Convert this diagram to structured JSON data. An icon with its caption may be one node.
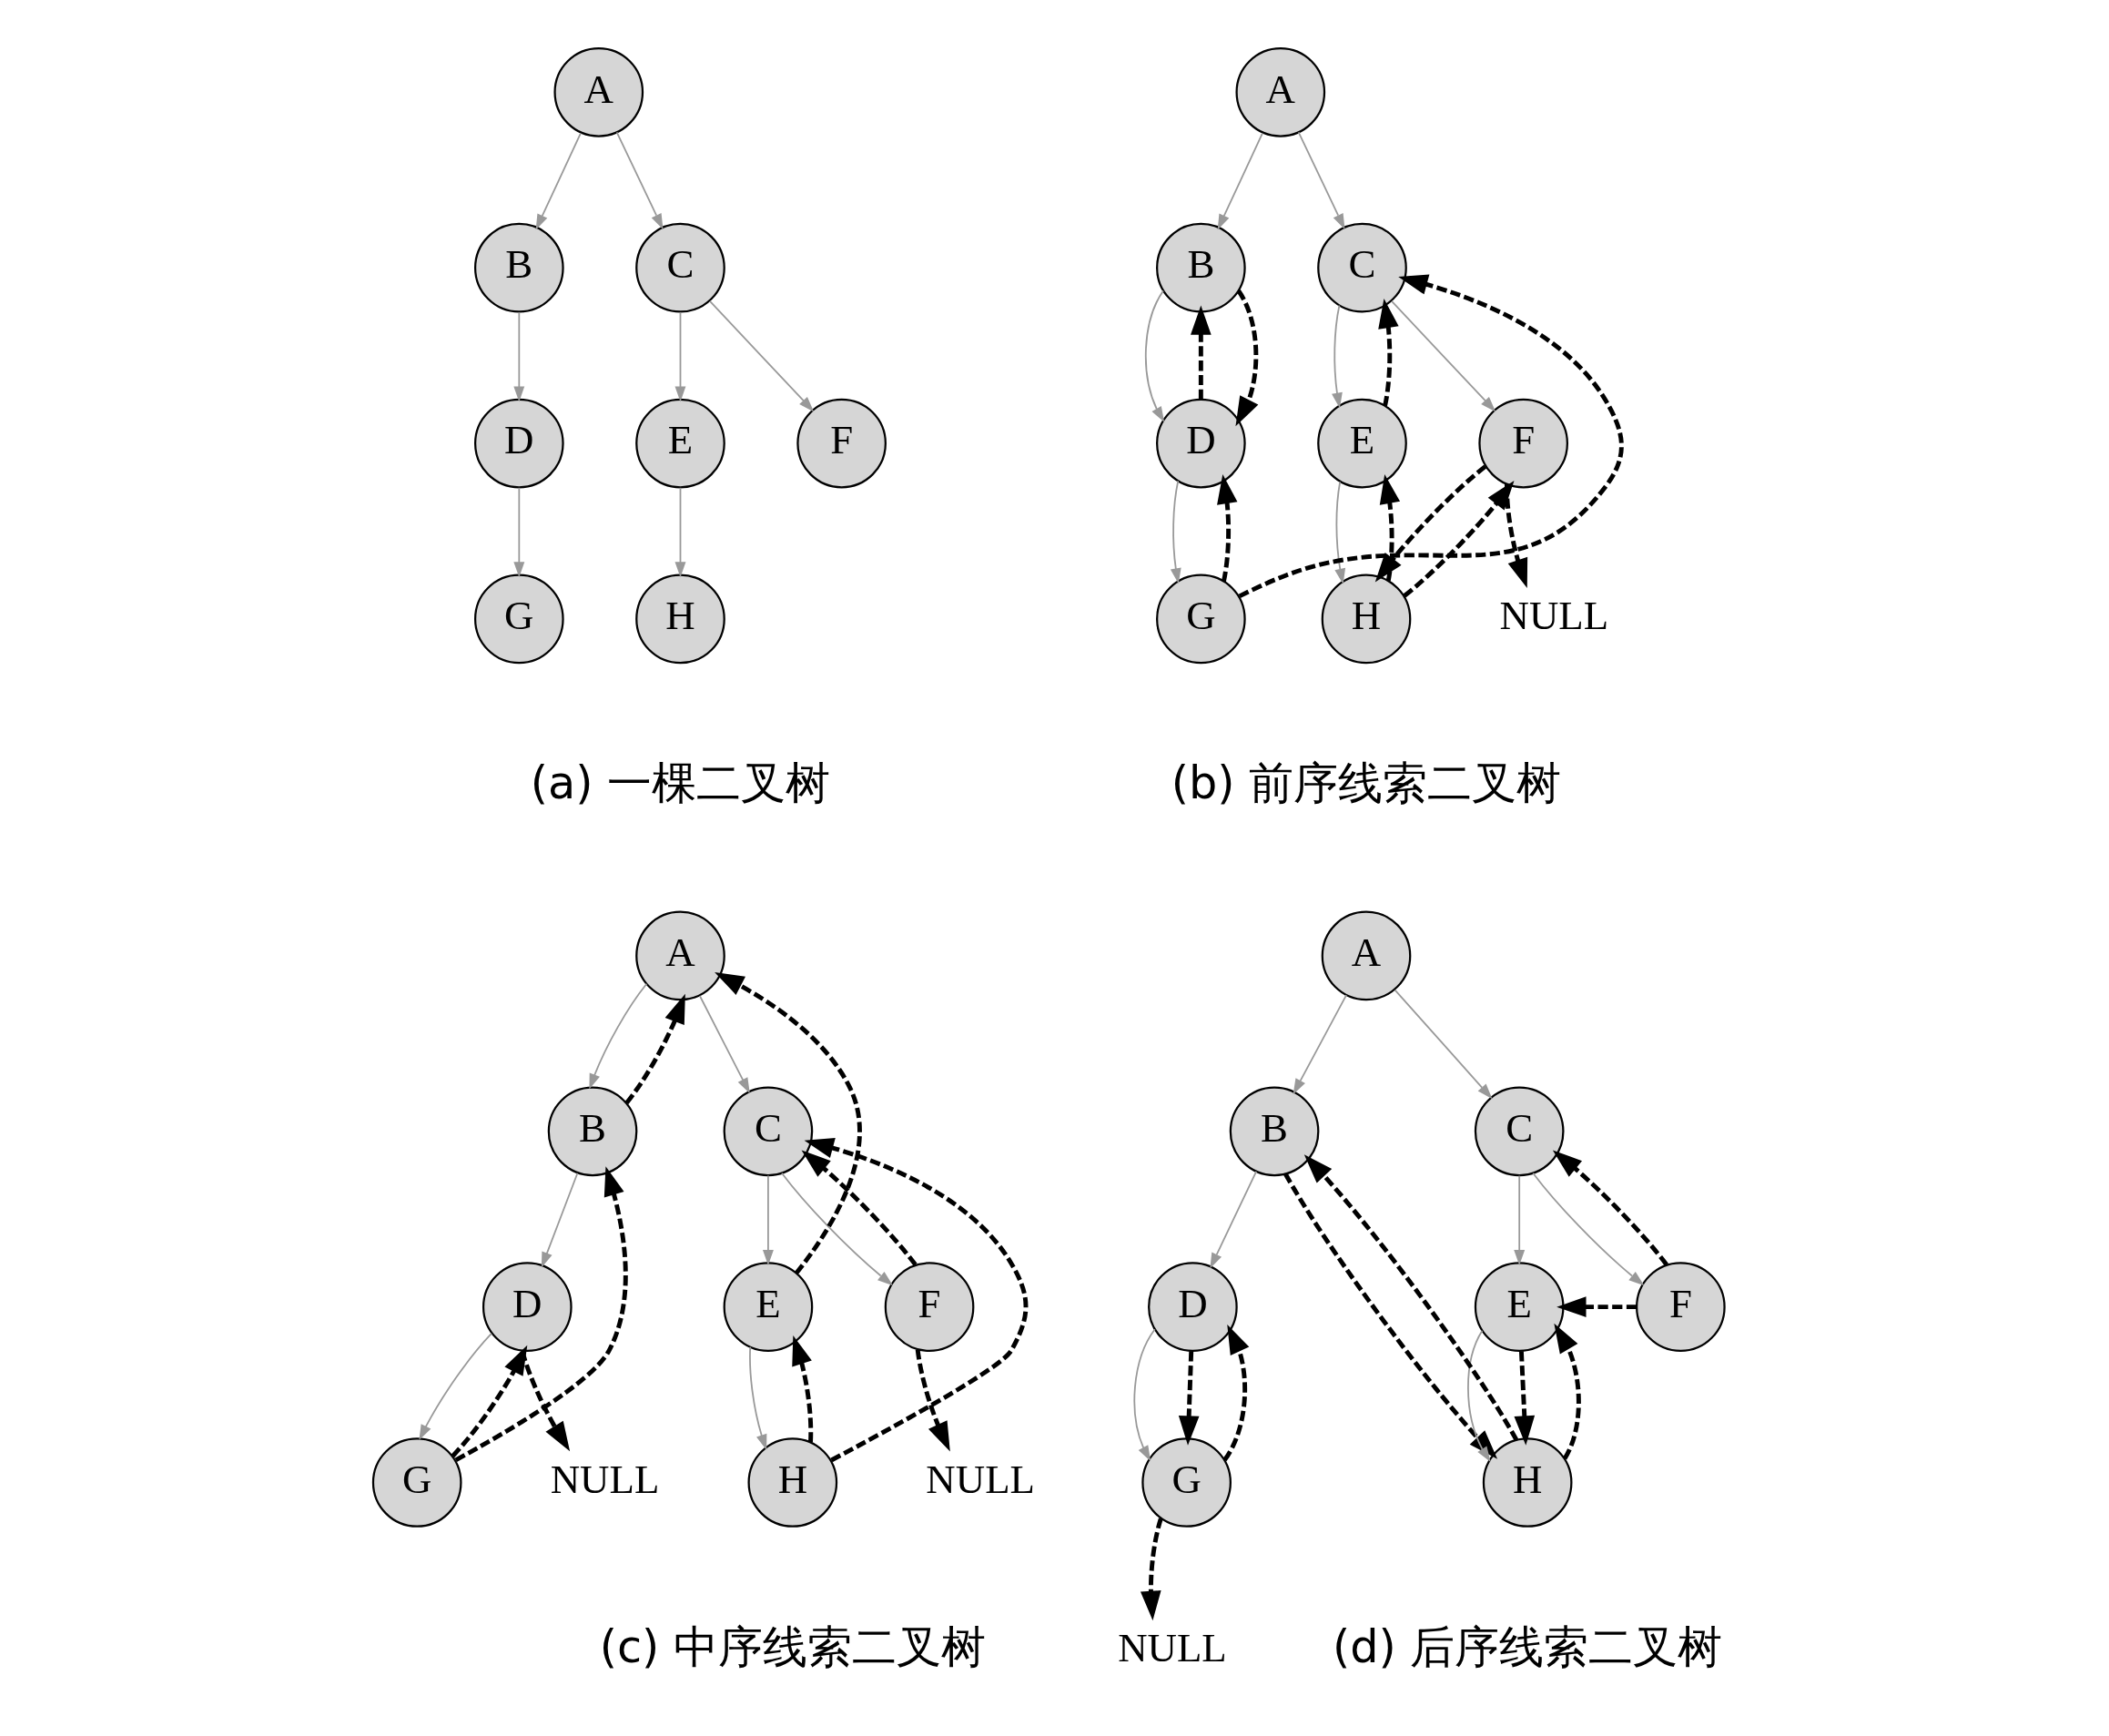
{
  "diagram": {
    "nodes": [
      {
        "text": [
          "A"
        ]
      },
      {
        "text": [
          "B"
        ]
      },
      {
        "text": [
          "C"
        ]
      },
      {
        "text": [
          "D"
        ]
      },
      {
        "text": [
          "E"
        ]
      },
      {
        "text": [
          "F"
        ]
      },
      {
        "text": [
          "G"
        ]
      },
      {
        "text": [
          "H"
        ]
      },
      {
        "text": [
          "A"
        ]
      },
      {
        "text": [
          "B"
        ]
      },
      {
        "text": [
          "C"
        ]
      },
      {
        "text": [
          "D"
        ]
      },
      {
        "text": [
          "E"
        ]
      },
      {
        "text": [
          "F"
        ]
      },
      {
        "text": [
          "G"
        ]
      },
      {
        "text": [
          "H"
        ]
      },
      {
        "text": [
          "NULL"
        ]
      },
      {
        "text": [
          "A"
        ]
      },
      {
        "text": [
          "B"
        ]
      },
      {
        "text": [
          "C"
        ]
      },
      {
        "text": [
          "D"
        ]
      },
      {
        "text": [
          "E"
        ]
      },
      {
        "text": [
          "F"
        ]
      },
      {
        "text": [
          "G"
        ]
      },
      {
        "text": [
          "H"
        ]
      },
      {
        "text": [
          "NULL"
        ]
      },
      {
        "text": [
          "NULL"
        ]
      },
      {
        "text": [
          "A"
        ]
      },
      {
        "text": [
          "B"
        ]
      },
      {
        "text": [
          "C"
        ]
      },
      {
        "text": [
          "D"
        ]
      },
      {
        "text": [
          "E"
        ]
      },
      {
        "text": [
          "F"
        ]
      },
      {
        "text": [
          "G"
        ]
      },
      {
        "text": [
          "H"
        ]
      },
      {
        "text": [
          "NULL"
        ]
      }
    ],
    "edges": [
      {
        "from": 0,
        "to": 1,
        "arrow": "to",
        "color": "#999999"
      },
      {
        "from": 0,
        "to": 2,
        "arrow": "to",
        "color": "#999999"
      },
      {
        "from": 1,
        "to": 3,
        "arrow": "to",
        "color": "#999999"
      },
      {
        "from": 2,
        "to": 4,
        "arrow": "to",
        "color": "#999999"
      },
      {
        "from": 2,
        "to": 5,
        "arrow": "to",
        "color": "#999999"
      },
      {
        "from": 3,
        "to": 6,
        "arrow": "to",
        "color": "#999999"
      },
      {
        "from": 4,
        "to": 7,
        "arrow": "to",
        "color": "#999999"
      },
      {
        "from": 8,
        "to": 9,
        "arrow": "to",
        "color": "#999999"
      },
      {
        "from": 8,
        "to": 10,
        "arrow": "to",
        "color": "#999999"
      },
      {
        "from": 9,
        "to": 11,
        "arrow": "to",
        "color": "#999999"
      },
      {
        "from": 10,
        "to": 12,
        "arrow": "to",
        "color": "#999999"
      },
      {
        "from": 10,
        "to": 13,
        "arrow": "to",
        "color": "#999999"
      },
      {
        "from": 11,
        "to": 14,
        "arrow": "to",
        "color": "#999999"
      },
      {
        "from": 12,
        "to": 15,
        "arrow": "to",
        "color": "#999999"
      },
      {
        "from": 11,
        "to": 9,
        "arrow": "to",
        "style": "dashed",
        "color": "#000000"
      },
      {
        "from": 9,
        "to": 11,
        "arrow": "to",
        "style": "dashed",
        "color": "#000000"
      },
      {
        "from": 14,
        "to": 11,
        "arrow": "to",
        "style": "dashed",
        "color": "#000000"
      },
      {
        "from": 14,
        "to": 10,
        "arrow": "to",
        "style": "dashed",
        "color": "#000000"
      },
      {
        "from": 12,
        "to": 10,
        "arrow": "to",
        "style": "dashed",
        "color": "#000000"
      },
      {
        "from": 15,
        "to": 12,
        "arrow": "to",
        "style": "dashed",
        "color": "#000000"
      },
      {
        "from": 15,
        "to": 13,
        "arrow": "to",
        "style": "dashed",
        "color": "#000000"
      },
      {
        "from": 13,
        "to": 15,
        "arrow": "to",
        "style": "dashed",
        "color": "#000000"
      },
      {
        "from": 13,
        "to": 16,
        "arrow": "to",
        "style": "dashed",
        "color": "#000000"
      },
      {
        "from": 17,
        "to": 18,
        "arrow": "to",
        "color": "#999999"
      },
      {
        "from": 17,
        "to": 19,
        "arrow": "to",
        "color": "#999999"
      },
      {
        "from": 18,
        "to": 20,
        "arrow": "to",
        "color": "#999999"
      },
      {
        "from": 19,
        "to": 21,
        "arrow": "to",
        "color": "#999999"
      },
      {
        "from": 19,
        "to": 22,
        "arrow": "to",
        "color": "#999999"
      },
      {
        "from": 20,
        "to": 23,
        "arrow": "to",
        "color": "#999999"
      },
      {
        "from": 21,
        "to": 24,
        "arrow": "to",
        "color": "#999999"
      },
      {
        "from": 20,
        "to": 25,
        "arrow": "to",
        "style": "dashed",
        "color": "#000000"
      },
      {
        "from": 23,
        "to": 20,
        "arrow": "to",
        "style": "dashed",
        "color": "#000000"
      },
      {
        "from": 23,
        "to": 18,
        "arrow": "to",
        "style": "dashed",
        "color": "#000000"
      },
      {
        "from": 18,
        "to": 17,
        "arrow": "to",
        "style": "dashed",
        "color": "#000000"
      },
      {
        "from": 21,
        "to": 17,
        "arrow": "to",
        "style": "dashed",
        "color": "#000000"
      },
      {
        "from": 24,
        "to": 21,
        "arrow": "to",
        "style": "dashed",
        "color": "#000000"
      },
      {
        "from": 24,
        "to": 19,
        "arrow": "to",
        "style": "dashed",
        "color": "#000000"
      },
      {
        "from": 22,
        "to": 19,
        "arrow": "to",
        "style": "dashed",
        "color": "#000000"
      },
      {
        "from": 22,
        "to": 26,
        "arrow": "to",
        "style": "dashed",
        "color": "#000000"
      },
      {
        "from": 27,
        "to": 28,
        "arrow": "to",
        "color": "#999999"
      },
      {
        "from": 27,
        "to": 29,
        "arrow": "to",
        "color": "#999999"
      },
      {
        "from": 28,
        "to": 30,
        "arrow": "to",
        "color": "#999999"
      },
      {
        "from": 29,
        "to": 31,
        "arrow": "to",
        "color": "#999999"
      },
      {
        "from": 29,
        "to": 32,
        "arrow": "to",
        "color": "#999999"
      },
      {
        "from": 30,
        "to": 33,
        "arrow": "to",
        "color": "#999999"
      },
      {
        "from": 31,
        "to": 34,
        "arrow": "to",
        "color": "#999999"
      },
      {
        "from": 30,
        "to": 33,
        "arrow": "to",
        "style": "dashed",
        "color": "#000000"
      },
      {
        "from": 33,
        "to": 30,
        "arrow": "to",
        "style": "dashed",
        "color": "#000000"
      },
      {
        "from": 33,
        "to": 35,
        "arrow": "to",
        "style": "dashed",
        "color": "#000000"
      },
      {
        "from": 28,
        "to": 34,
        "arrow": "to",
        "style": "dashed",
        "color": "#000000"
      },
      {
        "from": 34,
        "to": 28,
        "arrow": "to",
        "style": "dashed",
        "color": "#000000"
      },
      {
        "from": 31,
        "to": 34,
        "arrow": "to",
        "style": "dashed",
        "color": "#000000"
      },
      {
        "from": 34,
        "to": 31,
        "arrow": "to",
        "style": "dashed",
        "color": "#000000"
      },
      {
        "from": 32,
        "to": 31,
        "arrow": "to",
        "style": "dashed",
        "color": "#000000"
      },
      {
        "from": 32,
        "to": 29,
        "arrow": "to",
        "style": "dashed",
        "color": "#000000"
      }
    ],
    "labels": [
      "(a) 一棵二叉树",
      "(b) 前序线索二叉树",
      "(c) 中序线索二叉树",
      "(d) 后序线索二叉树"
    ]
  }
}
